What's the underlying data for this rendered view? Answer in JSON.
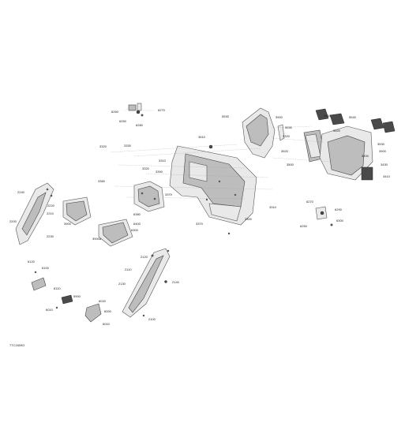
{
  "drawing_id": "77C1609G",
  "callouts": [
    {
      "id": "c6260",
      "label": "6260"
    },
    {
      "id": "c6250",
      "label": "6250"
    },
    {
      "id": "c6280",
      "label": "6280"
    },
    {
      "id": "c6270a",
      "label": "6270"
    },
    {
      "id": "c5530",
      "label": "5530"
    },
    {
      "id": "c3900",
      "label": "3900"
    },
    {
      "id": "c5510",
      "label": "5510"
    },
    {
      "id": "c5540",
      "label": "5540"
    },
    {
      "id": "c5530b",
      "label": "5530"
    },
    {
      "id": "c3320a",
      "label": "3320"
    },
    {
      "id": "c3520",
      "label": "3520"
    },
    {
      "id": "c5520",
      "label": "5520"
    },
    {
      "id": "c3510",
      "label": "3510"
    },
    {
      "id": "c3330",
      "label": "3330"
    },
    {
      "id": "c3310",
      "label": "3310"
    },
    {
      "id": "c3320b",
      "label": "3320"
    },
    {
      "id": "c3530",
      "label": "3530"
    },
    {
      "id": "c3900b",
      "label": "3900"
    },
    {
      "id": "c3400",
      "label": "3400"
    },
    {
      "id": "c3500",
      "label": "3500"
    },
    {
      "id": "c3430",
      "label": "3430"
    },
    {
      "id": "c3410",
      "label": "3410"
    },
    {
      "id": "c3320c",
      "label": "3320"
    },
    {
      "id": "c3380",
      "label": "3380"
    },
    {
      "id": "c3370",
      "label": "3370"
    },
    {
      "id": "c3390",
      "label": "3390"
    },
    {
      "id": "c3300",
      "label": "3300"
    },
    {
      "id": "c3310b",
      "label": "3310"
    },
    {
      "id": "c3370b",
      "label": "3370"
    },
    {
      "id": "c6270b",
      "label": "6270"
    },
    {
      "id": "c6290",
      "label": "6290"
    },
    {
      "id": "c6250b",
      "label": "6250"
    },
    {
      "id": "c6300",
      "label": "6300"
    },
    {
      "id": "c2240",
      "label": "2240"
    },
    {
      "id": "c2220",
      "label": "2220"
    },
    {
      "id": "c2210",
      "label": "2210"
    },
    {
      "id": "c2200",
      "label": "2200"
    },
    {
      "id": "c2230",
      "label": "2230"
    },
    {
      "id": "c3900c",
      "label": "3900"
    },
    {
      "id": "c6380",
      "label": "6380"
    },
    {
      "id": "c6400",
      "label": "6400"
    },
    {
      "id": "c6300b",
      "label": "6300"
    },
    {
      "id": "c3900d",
      "label": "3900a"
    },
    {
      "id": "c6120",
      "label": "6120"
    },
    {
      "id": "c6100",
      "label": "6100"
    },
    {
      "id": "c6110",
      "label": "6110"
    },
    {
      "id": "c6010",
      "label": "6010"
    },
    {
      "id": "c5900",
      "label": "5900"
    },
    {
      "id": "c6020",
      "label": "6020"
    },
    {
      "id": "c6000",
      "label": "6000"
    },
    {
      "id": "c6010b",
      "label": "6010"
    },
    {
      "id": "c2120",
      "label": "2120"
    },
    {
      "id": "c2110",
      "label": "2110"
    },
    {
      "id": "c2130",
      "label": "2130"
    },
    {
      "id": "c2140",
      "label": "2140"
    },
    {
      "id": "c2100",
      "label": "2100"
    }
  ]
}
